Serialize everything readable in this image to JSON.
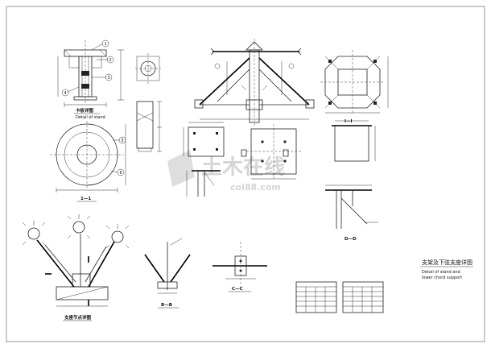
{
  "detail_a": {
    "title_cn": "卡板详图",
    "title_en": "Detail of stand"
  },
  "detail_b": {
    "title_cn": "1—1"
  },
  "detail_d": {
    "title_cn": "D—D"
  },
  "detail_bb": {
    "title_cn": "B—B"
  },
  "detail_cc": {
    "title_cn": "C—C"
  },
  "detail_ii": {
    "title_cn": "I—I"
  },
  "main_title": {
    "cn": "支架及下弦支座详图",
    "en1": "Detail of stand and",
    "en2": "lower chord support"
  },
  "node_title": {
    "cn": "支座节点详图"
  },
  "watermark": {
    "cn": "土木在线",
    "en": "coi88.com"
  },
  "balloons": [
    "1",
    "2",
    "3",
    "4",
    "5",
    "6"
  ]
}
